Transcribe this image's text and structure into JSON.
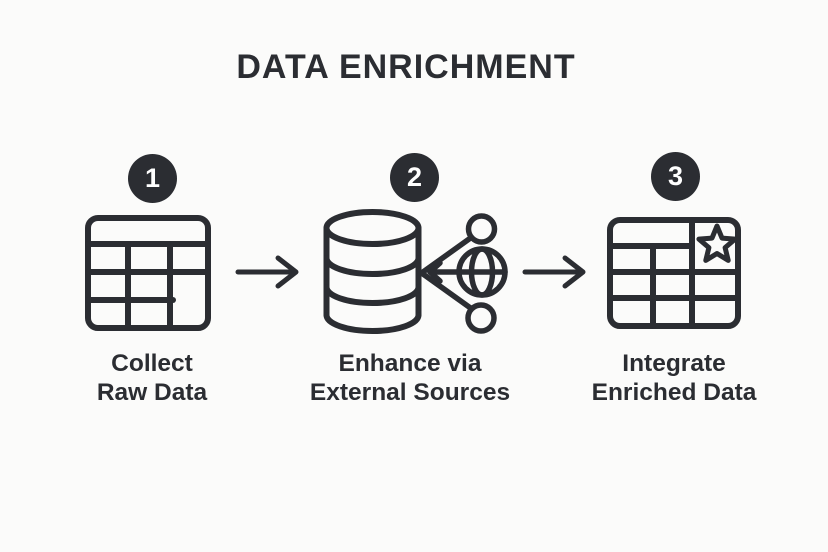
{
  "title": "DATA ENRICHMENT",
  "colors": {
    "ink": "#2b2d32",
    "background": "#fbfbfa",
    "badge_text": "#ffffff"
  },
  "steps": [
    {
      "number": "1",
      "label_line1": "Collect",
      "label_line2": "Raw Data",
      "icon": "raw-data-table-icon"
    },
    {
      "number": "2",
      "label_line1": "Enhance via",
      "label_line2": "External Sources",
      "icon": "database-external-sources-icon"
    },
    {
      "number": "3",
      "label_line1": "Integrate",
      "label_line2": "Enriched Data",
      "icon": "enriched-table-star-icon"
    }
  ],
  "connectors": [
    {
      "icon": "right-arrow-icon"
    },
    {
      "icon": "right-arrow-icon"
    }
  ]
}
